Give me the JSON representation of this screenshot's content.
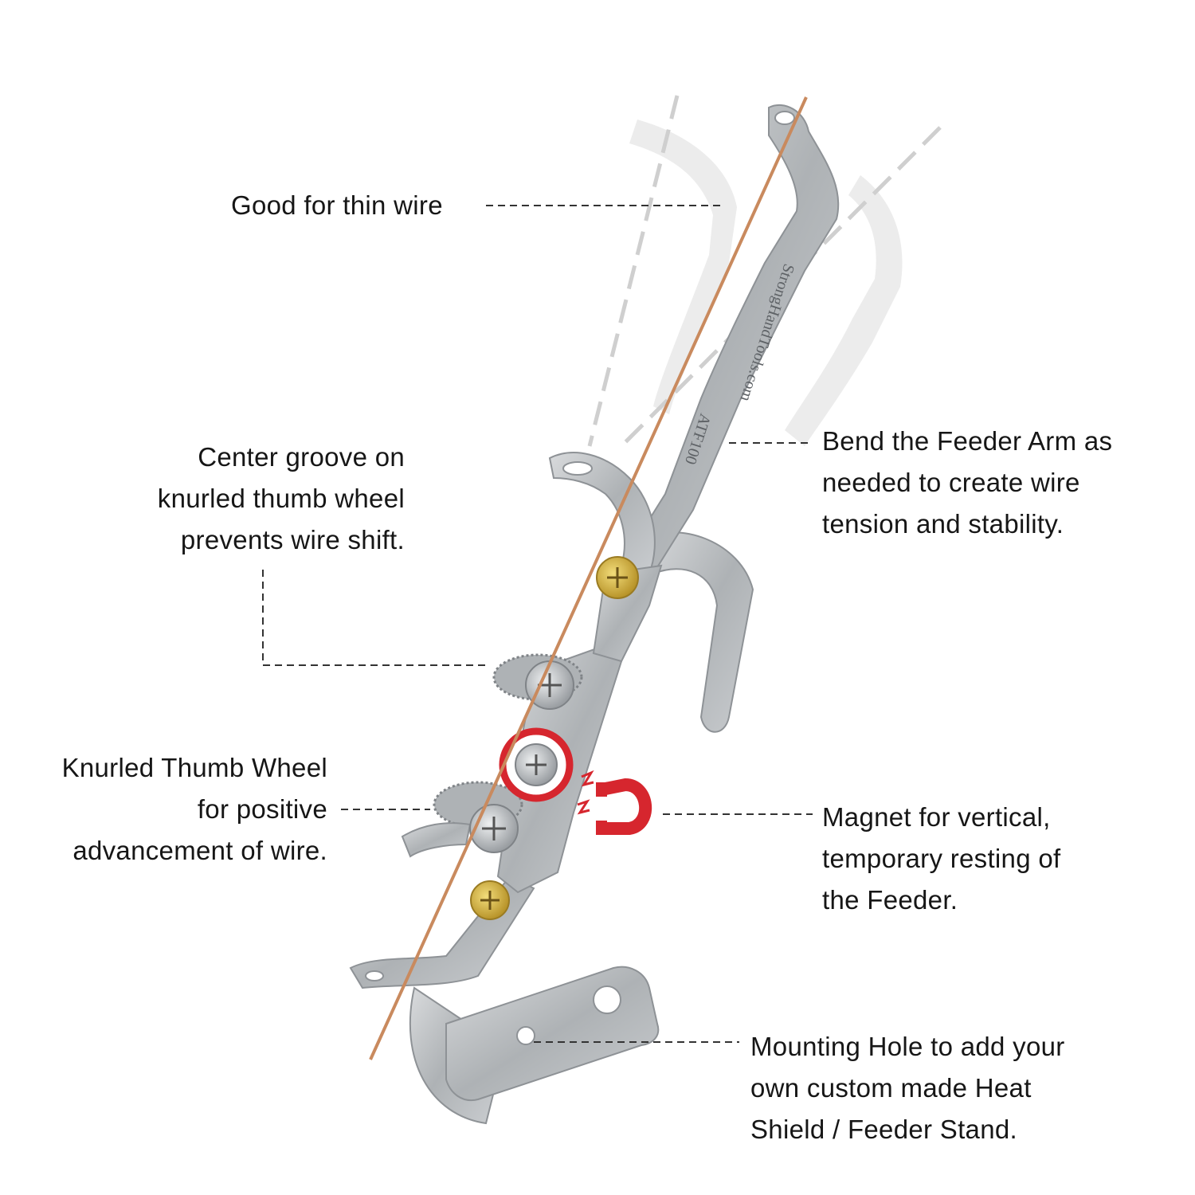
{
  "callouts": {
    "thin_wire": {
      "lines": [
        "Good for thin wire"
      ]
    },
    "center_groove": {
      "lines": [
        "Center groove on",
        "knurled thumb wheel",
        "prevents wire shift."
      ]
    },
    "bend_arm": {
      "lines": [
        "Bend the Feeder Arm as",
        "needed to create wire",
        "tension and stability."
      ]
    },
    "thumb_wheel": {
      "lines": [
        "Knurled Thumb Wheel",
        "for positive",
        "advancement of wire."
      ]
    },
    "magnet": {
      "lines": [
        "Magnet for vertical,",
        "temporary resting of",
        "the Feeder."
      ]
    },
    "mounting_hole": {
      "lines": [
        "Mounting Hole to add your",
        "own custom made Heat",
        "Shield / Feeder Stand."
      ]
    }
  },
  "engraving": {
    "brand": "StrongHandTools.com",
    "model": "ATF100"
  },
  "colors": {
    "text": "#161616",
    "leader": "#333333",
    "steel": "#b9bcbf",
    "steel_dark": "#8e9296",
    "wire": "#c98a5e",
    "brass": "#d4b43c",
    "magnet_red": "#d6262e",
    "ghost": "#dcdcdc"
  },
  "icons": [
    "magnet-icon",
    "screw-icon",
    "thumb-wheel-icon"
  ]
}
